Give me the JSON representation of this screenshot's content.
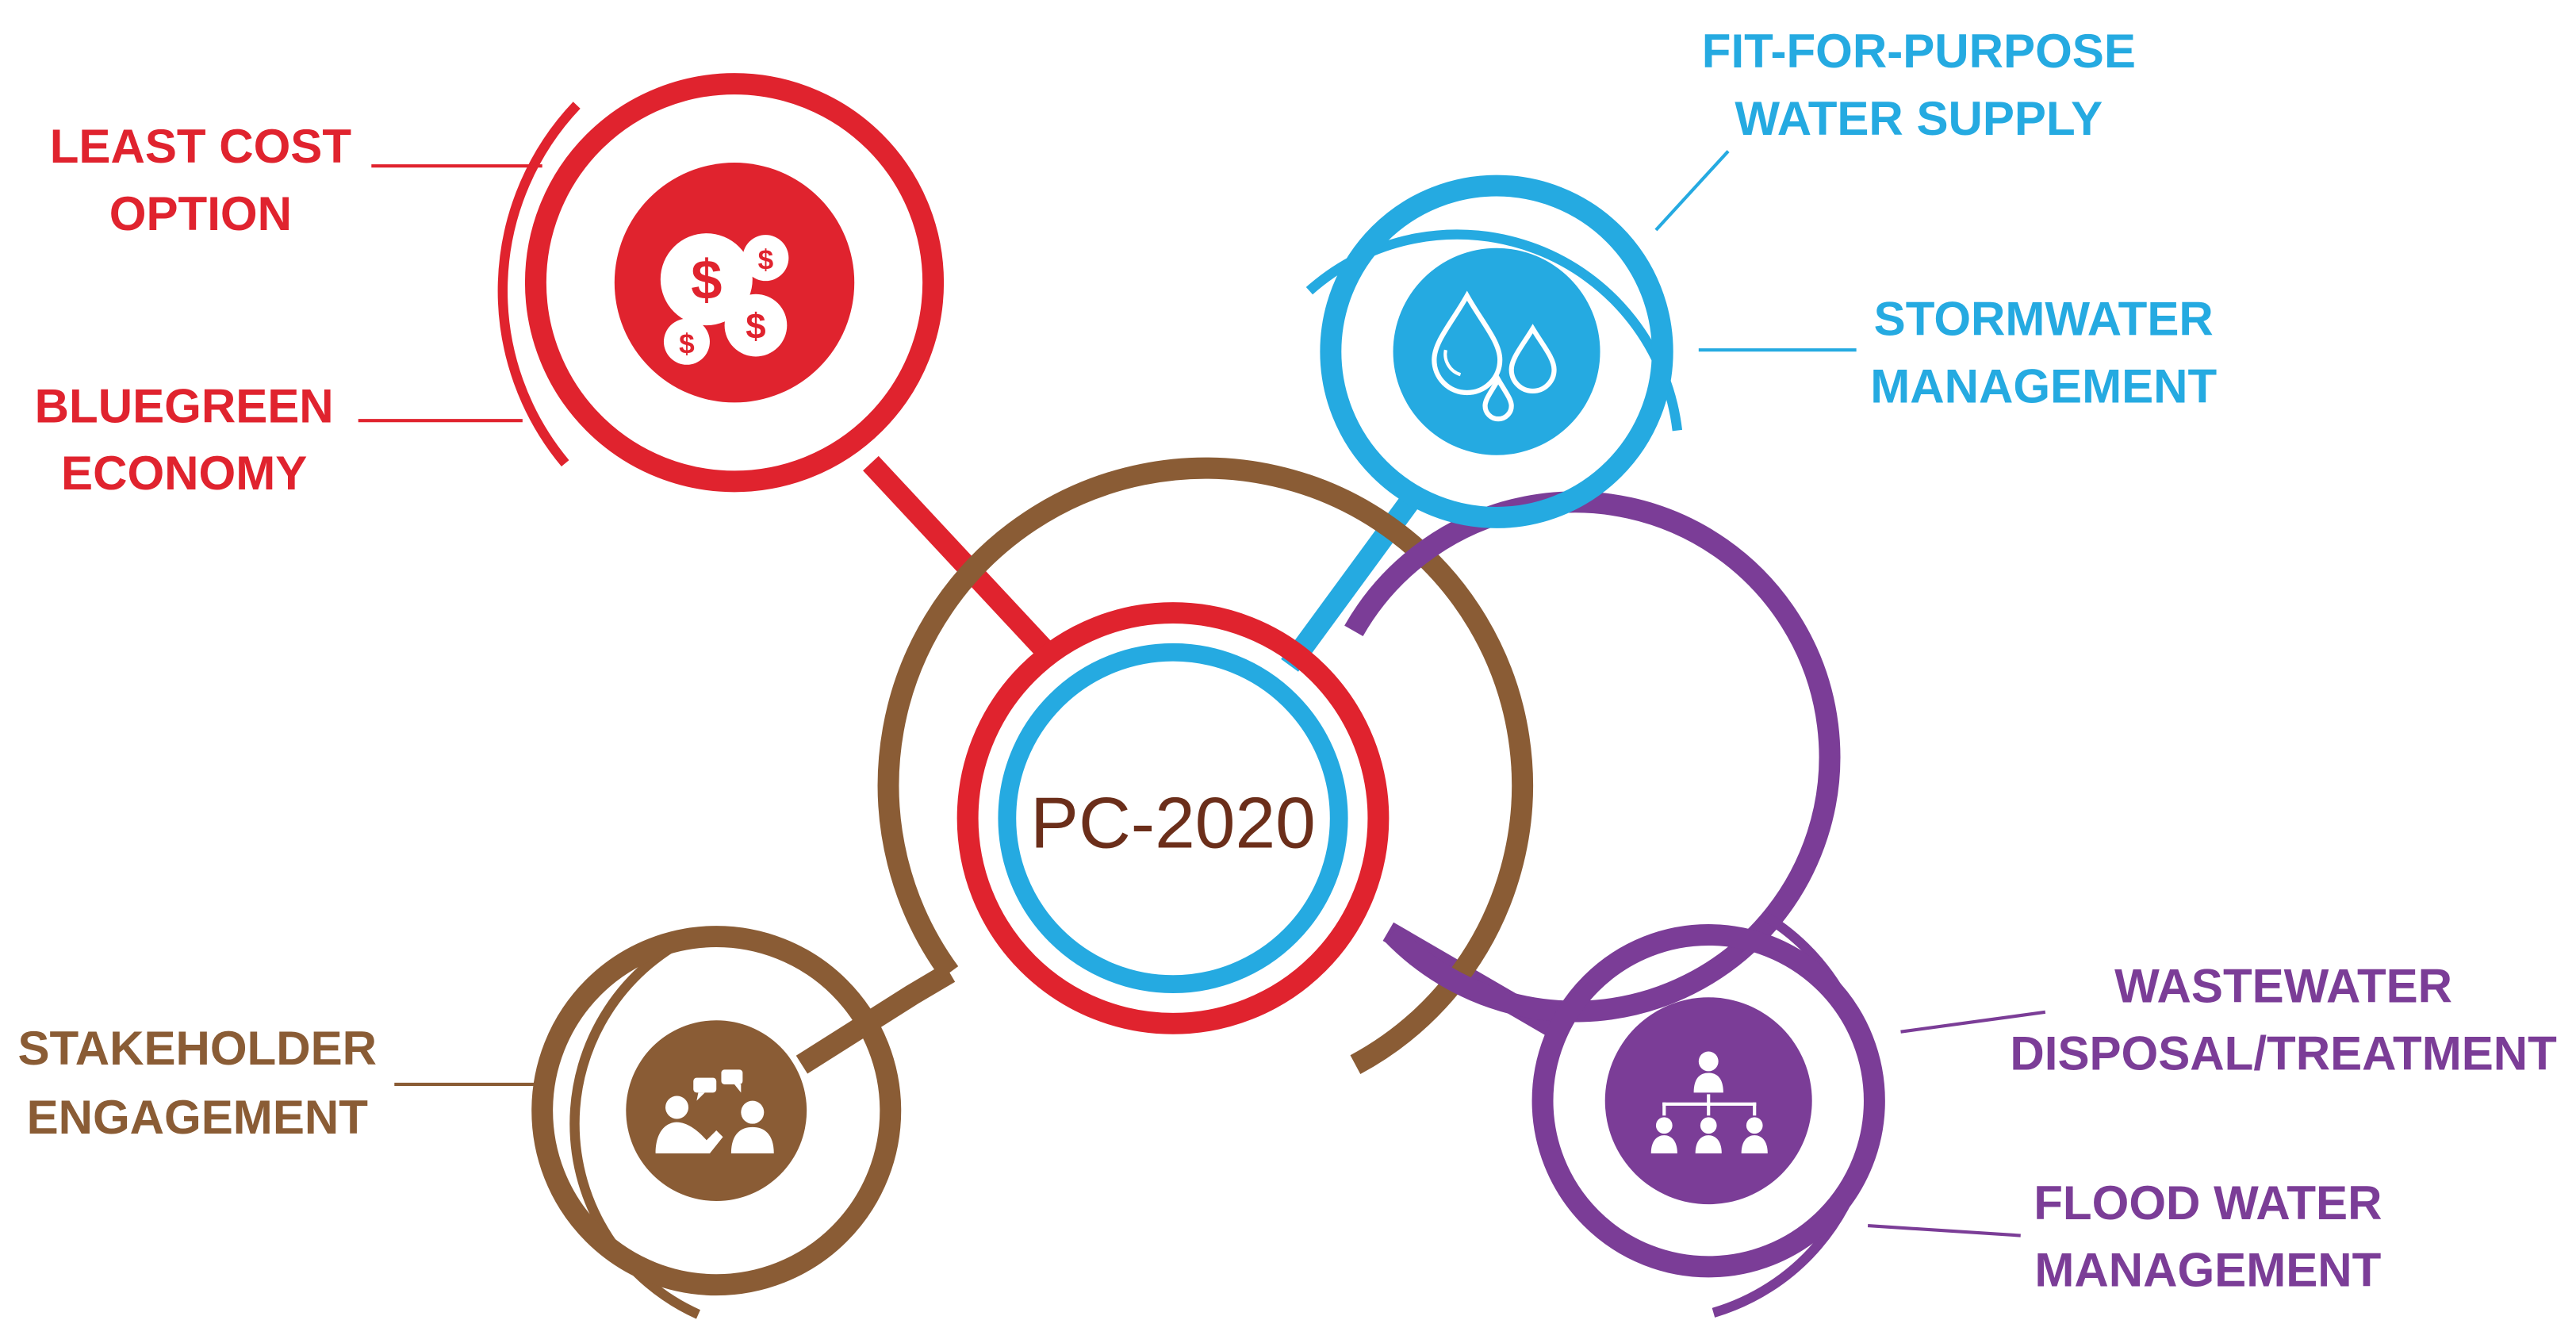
{
  "center": {
    "label": "PC-2020",
    "label_color": "#6b2e1a"
  },
  "colors": {
    "red": "#e0232e",
    "blue": "#25aae1",
    "purple": "#7b3d97",
    "brown": "#8a5c35"
  },
  "nodes": {
    "cost": {
      "icon": "money-coins-icon",
      "color": "#e0232e",
      "labels": {
        "top": [
          "LEAST COST",
          "OPTION"
        ],
        "bottom": [
          "BLUEGREEN",
          "ECONOMY"
        ]
      }
    },
    "water": {
      "icon": "water-drops-icon",
      "color": "#25aae1",
      "labels": {
        "top": [
          "FIT-FOR-PURPOSE",
          "WATER SUPPLY"
        ],
        "bottom": [
          "STORMWATER",
          "MANAGEMENT"
        ]
      }
    },
    "stakeholder": {
      "icon": "people-conversation-icon",
      "color": "#8a5c35",
      "labels": {
        "main": [
          "STAKEHOLDER",
          "ENGAGEMENT"
        ]
      }
    },
    "wastewater": {
      "icon": "org-chart-icon",
      "color": "#7b3d97",
      "labels": {
        "top": [
          "WASTEWATER",
          "DISPOSAL/TREATMENT"
        ],
        "bottom": [
          "FLOOD WATER",
          "MANAGEMENT"
        ]
      }
    }
  }
}
